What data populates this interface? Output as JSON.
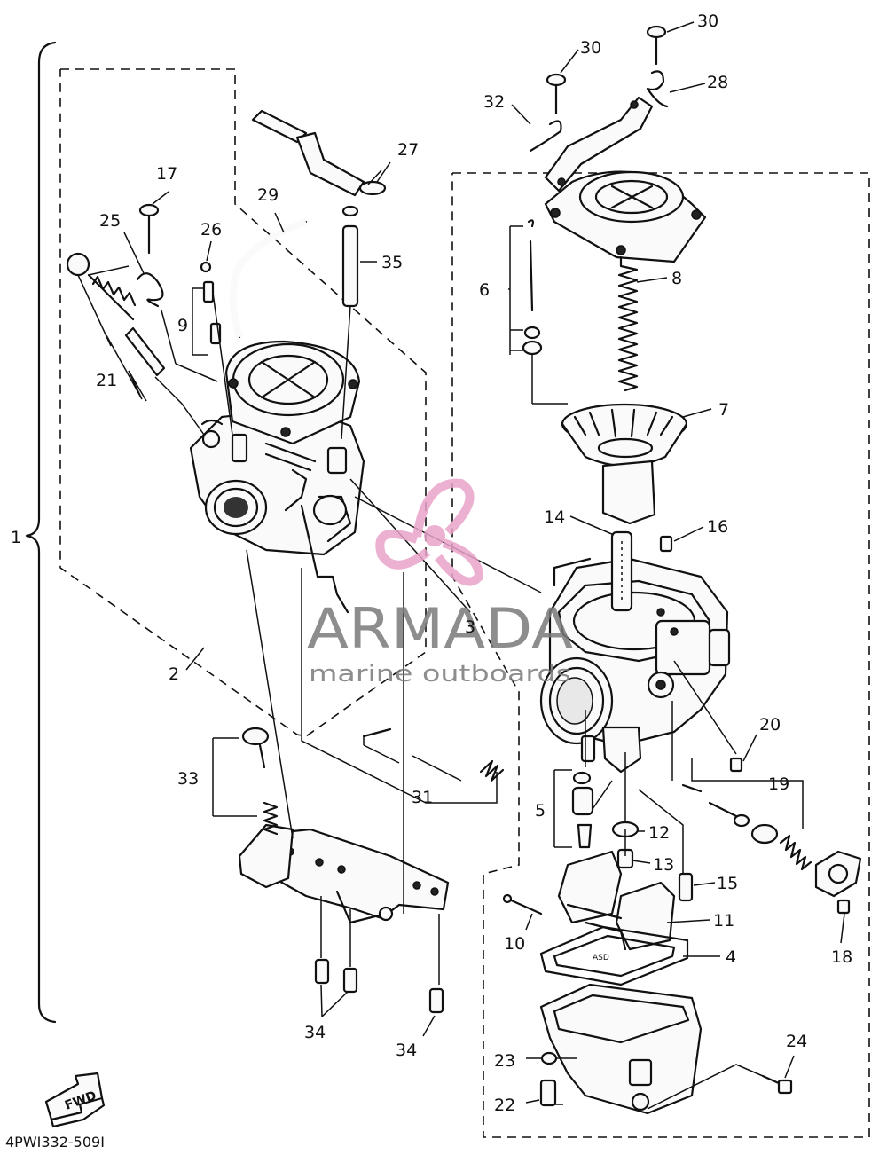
{
  "labels": {
    "p1": "1",
    "p2": "2",
    "p3": "3",
    "p4": "4",
    "p5": "5",
    "p6": "6",
    "p7": "7",
    "p8": "8",
    "p9": "9",
    "p10": "10",
    "p11": "11",
    "p12": "12",
    "p13": "13",
    "p14": "14",
    "p15": "15",
    "p16": "16",
    "p17": "17",
    "p18": "18",
    "p19": "19",
    "p20": "20",
    "p21": "21",
    "p22": "22",
    "p23": "23",
    "p24": "24",
    "p25": "25",
    "p26": "26",
    "p27": "27",
    "p28": "28",
    "p29": "29",
    "p30a": "30",
    "p30b": "30",
    "p31": "31",
    "p32": "32",
    "p33": "33",
    "p34a": "34",
    "p34b": "34",
    "p35": "35"
  },
  "watermark": {
    "brand": "ARMADA",
    "tagline": "marine outboards",
    "logo_color": "#e9a3c9"
  },
  "fwd_label": "FWD",
  "drawing_code": "4PWI332-509I"
}
